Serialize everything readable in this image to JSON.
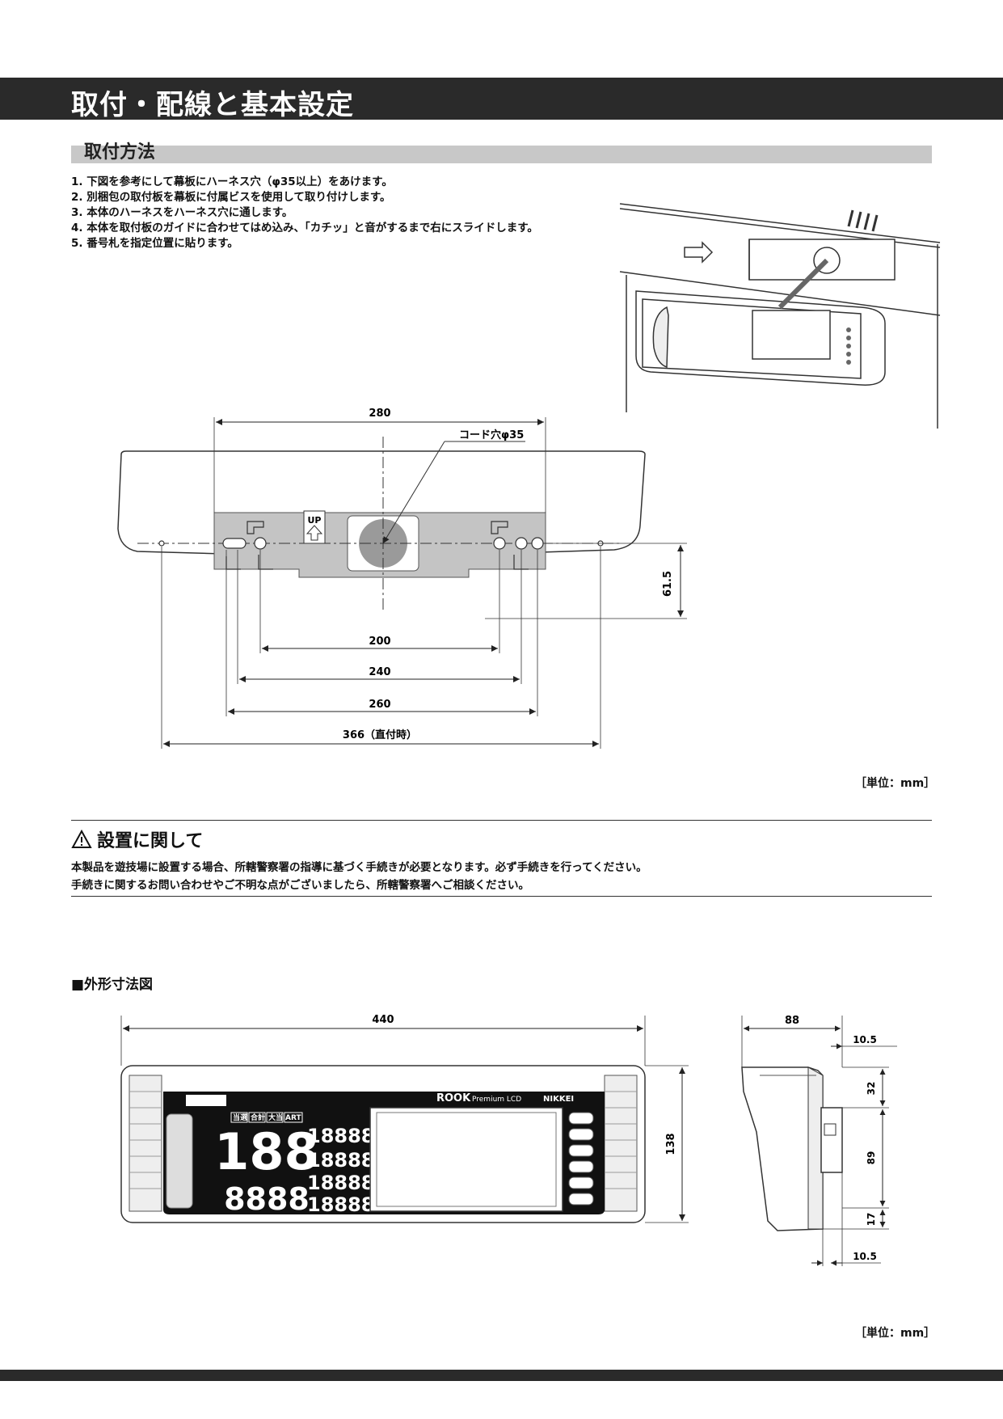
{
  "page": {
    "title": "取付・配線と基本設定",
    "section_install": "取付方法",
    "steps": [
      "1. 下図を参考にして幕板にハーネス穴（φ35以上）をあけます。",
      "2. 別梱包の取付板を幕板に付属ビスを使用して取り付けします。",
      "3. 本体のハーネスをハーネス穴に通します。",
      "4. 本体を取付板のガイドに合わせてはめ込み、「カチッ」と音がするまで右にスライドします。",
      "5. 番号札を指定位置に貼ります。"
    ],
    "unit_label": "［単位：mm］",
    "notice_title": "設置に関して",
    "notice_lines": [
      "本製品を遊技場に設置する場合、所轄警察署の指導に基づく手続きが必要となります。必ず手続きを行ってください。",
      "手続きに関するお問い合わせやご不明な点がございましたら、所轄警察署へご相談ください。"
    ],
    "section_outline": "■外形寸法図"
  },
  "mount_diagram": {
    "dim_280": "280",
    "hole_label": "コード穴φ35",
    "dim_61_5": "61.5",
    "dim_200": "200",
    "dim_240": "240",
    "dim_260": "260",
    "dim_366": "366（直付時）",
    "up_label": "UP"
  },
  "outline_diagram": {
    "dim_440": "440",
    "dim_138": "138",
    "dim_88": "88",
    "dim_10_5_top": "10.5",
    "dim_32": "32",
    "dim_89": "89",
    "dim_17": "17",
    "dim_10_5_bottom": "10.5",
    "brand": "ROOK",
    "brand_sub": "Premium LCD",
    "maker": "NIKKEI",
    "digits_big": "188",
    "digits_small": "8888",
    "digits_row": "18888",
    "lamp_labels": [
      "当選",
      "合計",
      "大当",
      "ART"
    ]
  },
  "colors": {
    "title_bar": "#2a2a2a",
    "sub_bar": "#c8c8c8",
    "plate": "#c4c4c4",
    "hole": "#9a9a9a",
    "device_body": "#111111"
  }
}
